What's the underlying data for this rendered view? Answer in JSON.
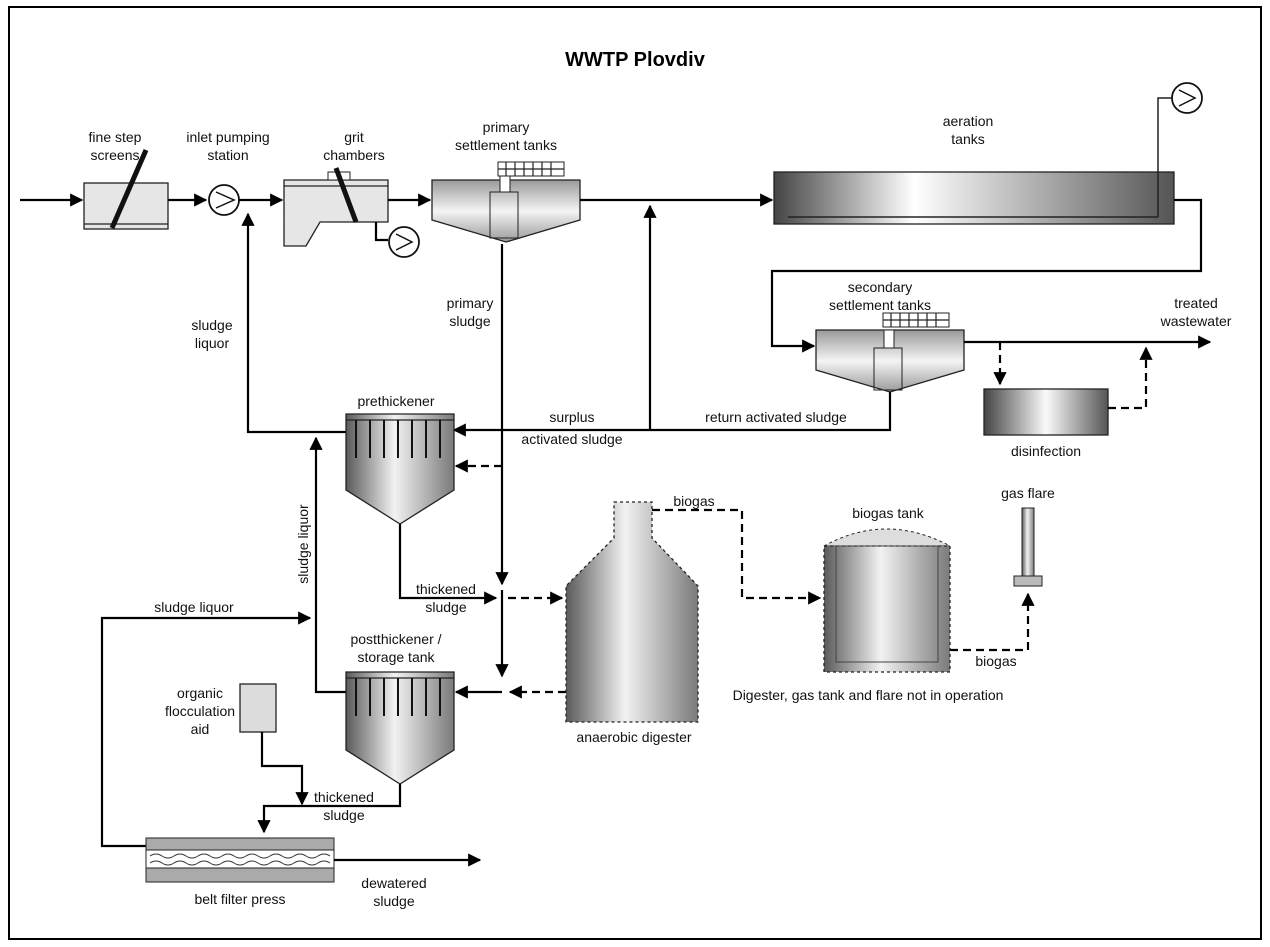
{
  "title": "WWTP  Plovdiv",
  "labels": {
    "fine_step_screens_1": "fine step",
    "fine_step_screens_2": "screens",
    "inlet_pumping_1": "inlet pumping",
    "inlet_pumping_2": "station",
    "grit_1": "grit",
    "grit_2": "chambers",
    "primary_settle_1": "primary",
    "primary_settle_2": "settlement tanks",
    "aeration_1": "aeration",
    "aeration_2": "tanks",
    "secondary_settle_1": "secondary",
    "secondary_settle_2": "settlement tanks",
    "treated_1": "treated",
    "treated_2": "wastewater",
    "sludge_liquor_left_1": "sludge",
    "sludge_liquor_left_2": "liquor",
    "primary_sludge_1": "primary",
    "primary_sludge_2": "sludge",
    "prethickener": "prethickener",
    "surplus_1": "surplus",
    "surplus_2": "activated sludge",
    "return_activated": "return activated sludge",
    "disinfection": "disinfection",
    "sludge_liquor_vertical": "sludge liquor",
    "biogas_top": "biogas",
    "biogas_tank": "biogas tank",
    "gas_flare": "gas flare",
    "thickened_1a": "thickened",
    "thickened_1b": "sludge",
    "sludge_liquor_bottom": "sludge liquor",
    "postthickener_1": "postthickener /",
    "postthickener_2": "storage tank",
    "biogas_bottom": "biogas",
    "not_in_operation": "Digester, gas tank and flare not in operation",
    "organic_1": "organic",
    "organic_2": "flocculation",
    "organic_3": "aid",
    "anaerobic_digester": "anaerobic digester",
    "thickened_2a": "thickened",
    "thickened_2b": "sludge",
    "belt_filter_press": "belt filter press",
    "dewatered_1": "dewatered",
    "dewatered_2": "sludge"
  }
}
